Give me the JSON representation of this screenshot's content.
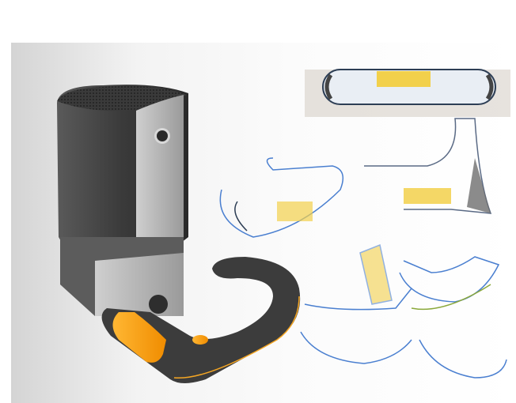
{
  "image": {
    "title": "Door lock handle product design sketch",
    "subject": "Electronic door lock with curved lever handle",
    "elements": [
      {
        "id": "lock-body-render",
        "description": "Rendered dark grey lock housing with perforated speaker grille top and circular lens"
      },
      {
        "id": "lever-handle-render",
        "description": "Dark grey curved lever handle with orange grip insert and orange button"
      },
      {
        "id": "top-view-sketch",
        "description": "Top view marker sketch of handle with yellow grip band"
      },
      {
        "id": "side-view-sketch",
        "description": "Side view marker sketch of lever with yellow accent"
      },
      {
        "id": "perspective-sketches",
        "description": "Multiple blue/green line perspective sketches of the handle"
      }
    ],
    "colors": {
      "accent_orange": "#f5a623",
      "accent_yellow": "#f2d04b",
      "body_dark": "#3d3d3d",
      "body_silver": "#a9a9a9",
      "sketch_blue": "#4a7fd0",
      "sketch_green": "#8aa83a"
    }
  }
}
